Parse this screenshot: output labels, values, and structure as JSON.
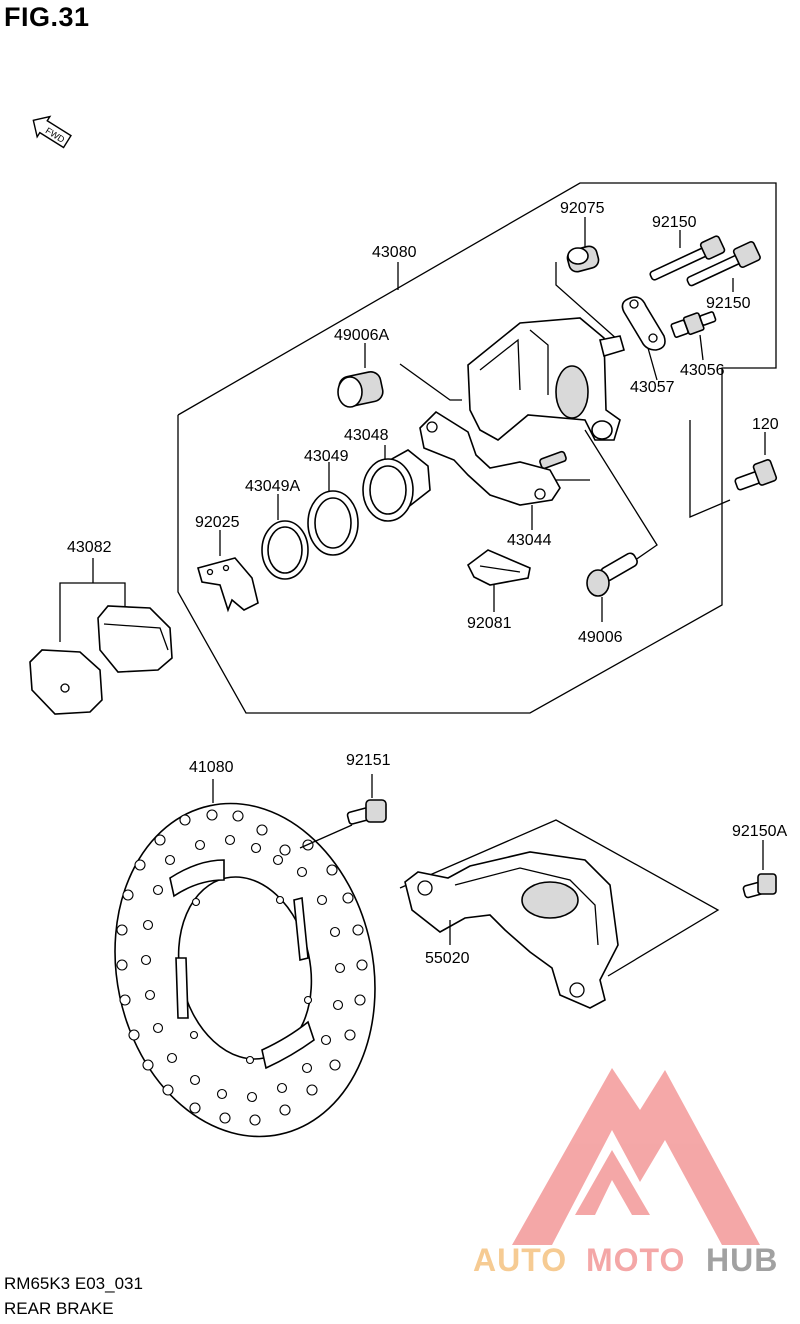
{
  "figure": {
    "title": "FIG.31",
    "code": "RM65K3 E03_031",
    "name": "REAR BRAKE"
  },
  "direction_tag": "FWD",
  "parts": [
    {
      "id": "p1",
      "number": "92075"
    },
    {
      "id": "p2",
      "number": "92150"
    },
    {
      "id": "p3",
      "number": "43080"
    },
    {
      "id": "p4",
      "number": "92150"
    },
    {
      "id": "p5",
      "number": "49006A"
    },
    {
      "id": "p6",
      "number": "43057"
    },
    {
      "id": "p7",
      "number": "43056"
    },
    {
      "id": "p8",
      "number": "120"
    },
    {
      "id": "p9",
      "number": "43048"
    },
    {
      "id": "p10",
      "number": "43049"
    },
    {
      "id": "p11",
      "number": "43049A"
    },
    {
      "id": "p12",
      "number": "43044"
    },
    {
      "id": "p13",
      "number": "92025"
    },
    {
      "id": "p14",
      "number": "43082"
    },
    {
      "id": "p15",
      "number": "92081"
    },
    {
      "id": "p16",
      "number": "49006"
    },
    {
      "id": "p17",
      "number": "41080"
    },
    {
      "id": "p18",
      "number": "92151"
    },
    {
      "id": "p19",
      "number": "92150A"
    },
    {
      "id": "p20",
      "number": "55020"
    }
  ],
  "watermark": {
    "word_1": "AUTO",
    "word_2": "MOTO",
    "word_3": "HUB",
    "colors": {
      "triangle": "#f4a3a3",
      "auto": "#f6c98e",
      "moto": "#f4a3a3",
      "hub": "#9c9c9c"
    }
  }
}
